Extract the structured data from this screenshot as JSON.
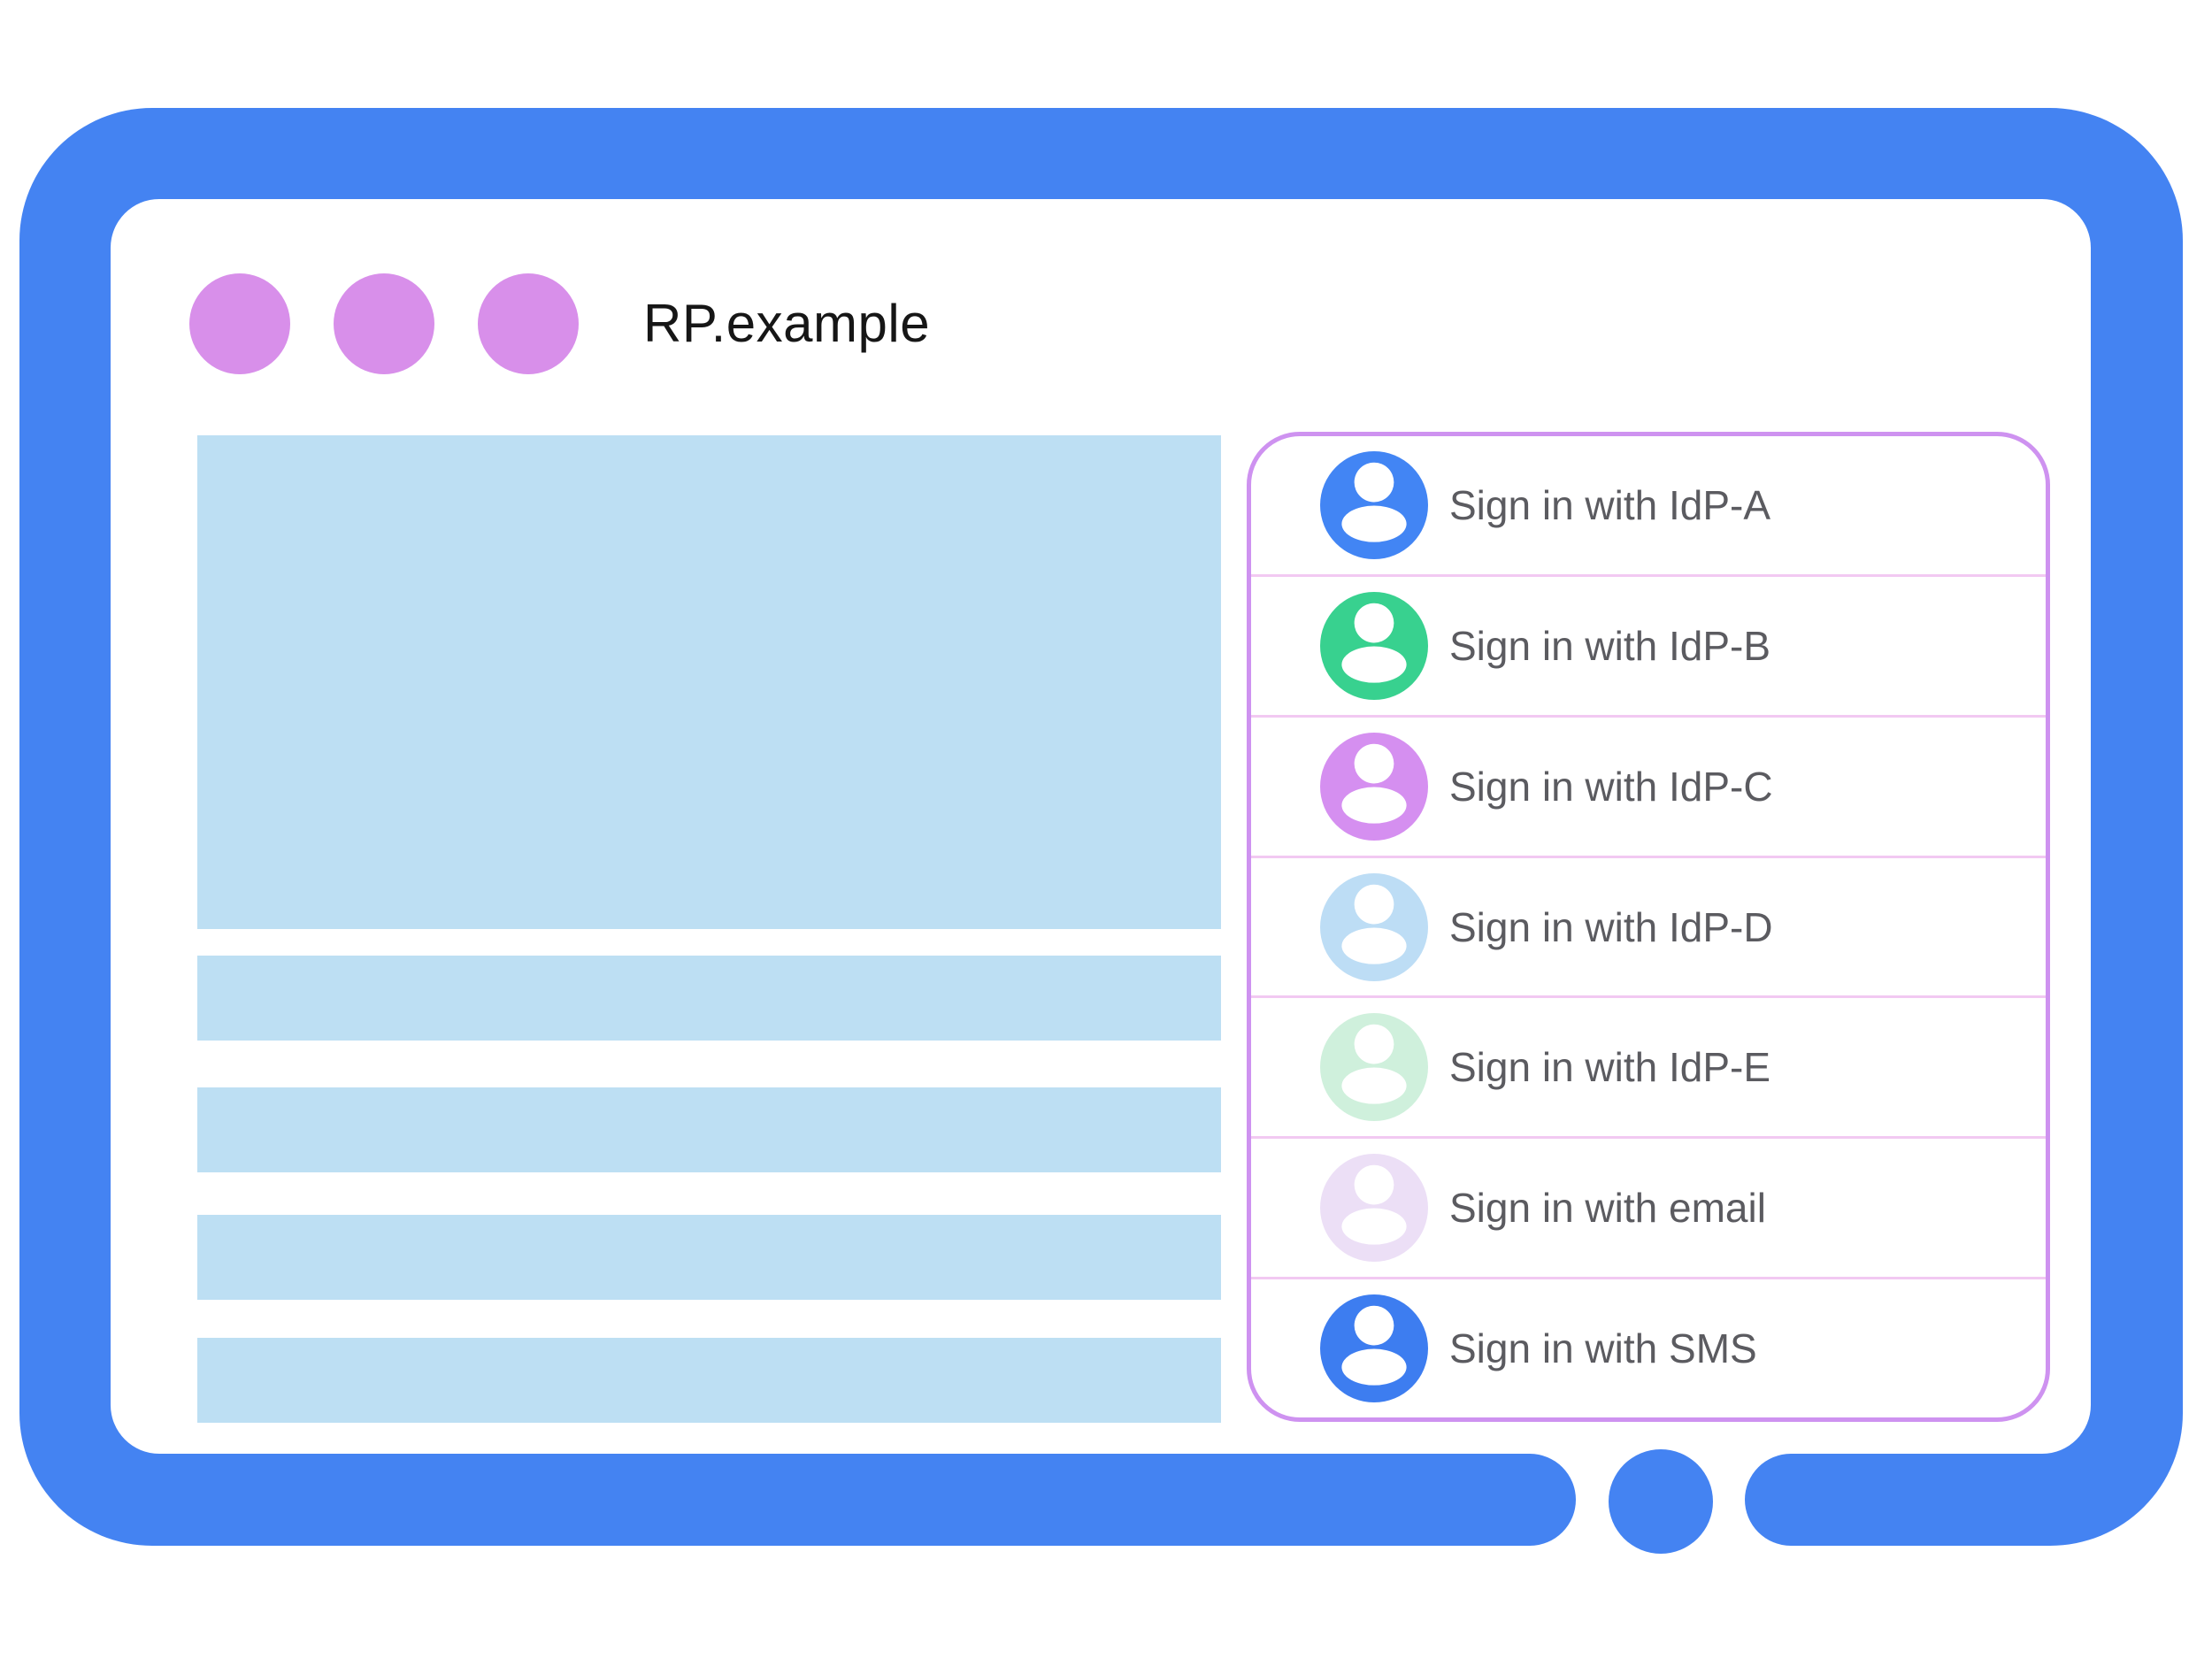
{
  "browser": {
    "title": "RP.example",
    "window_controls_count": 3
  },
  "signin_panel": {
    "options": [
      {
        "label": "Sign in with IdP-A",
        "avatar_color": "#4285F4"
      },
      {
        "label": "Sign in with IdP-B",
        "avatar_color": "#38D18F"
      },
      {
        "label": "Sign in with IdP-C",
        "avatar_color": "#D58FF0"
      },
      {
        "label": "Sign in with IdP-D",
        "avatar_color": "#BDDDF5"
      },
      {
        "label": "Sign in with IdP-E",
        "avatar_color": "#CFF0DC"
      },
      {
        "label": "Sign in with email",
        "avatar_color": "#ECDFF6"
      },
      {
        "label": "Sign in with SMS",
        "avatar_color": "#3D7DF0"
      }
    ]
  },
  "colors": {
    "frame_blue": "#4483F2",
    "control_dot_purple": "#D88FEA",
    "placeholder_blue": "#BDDFF3",
    "panel_border_purple": "#CE92F0",
    "panel_divider_pink": "#F2C9F2",
    "label_gray": "#5B5B60",
    "title_black": "#161616"
  }
}
